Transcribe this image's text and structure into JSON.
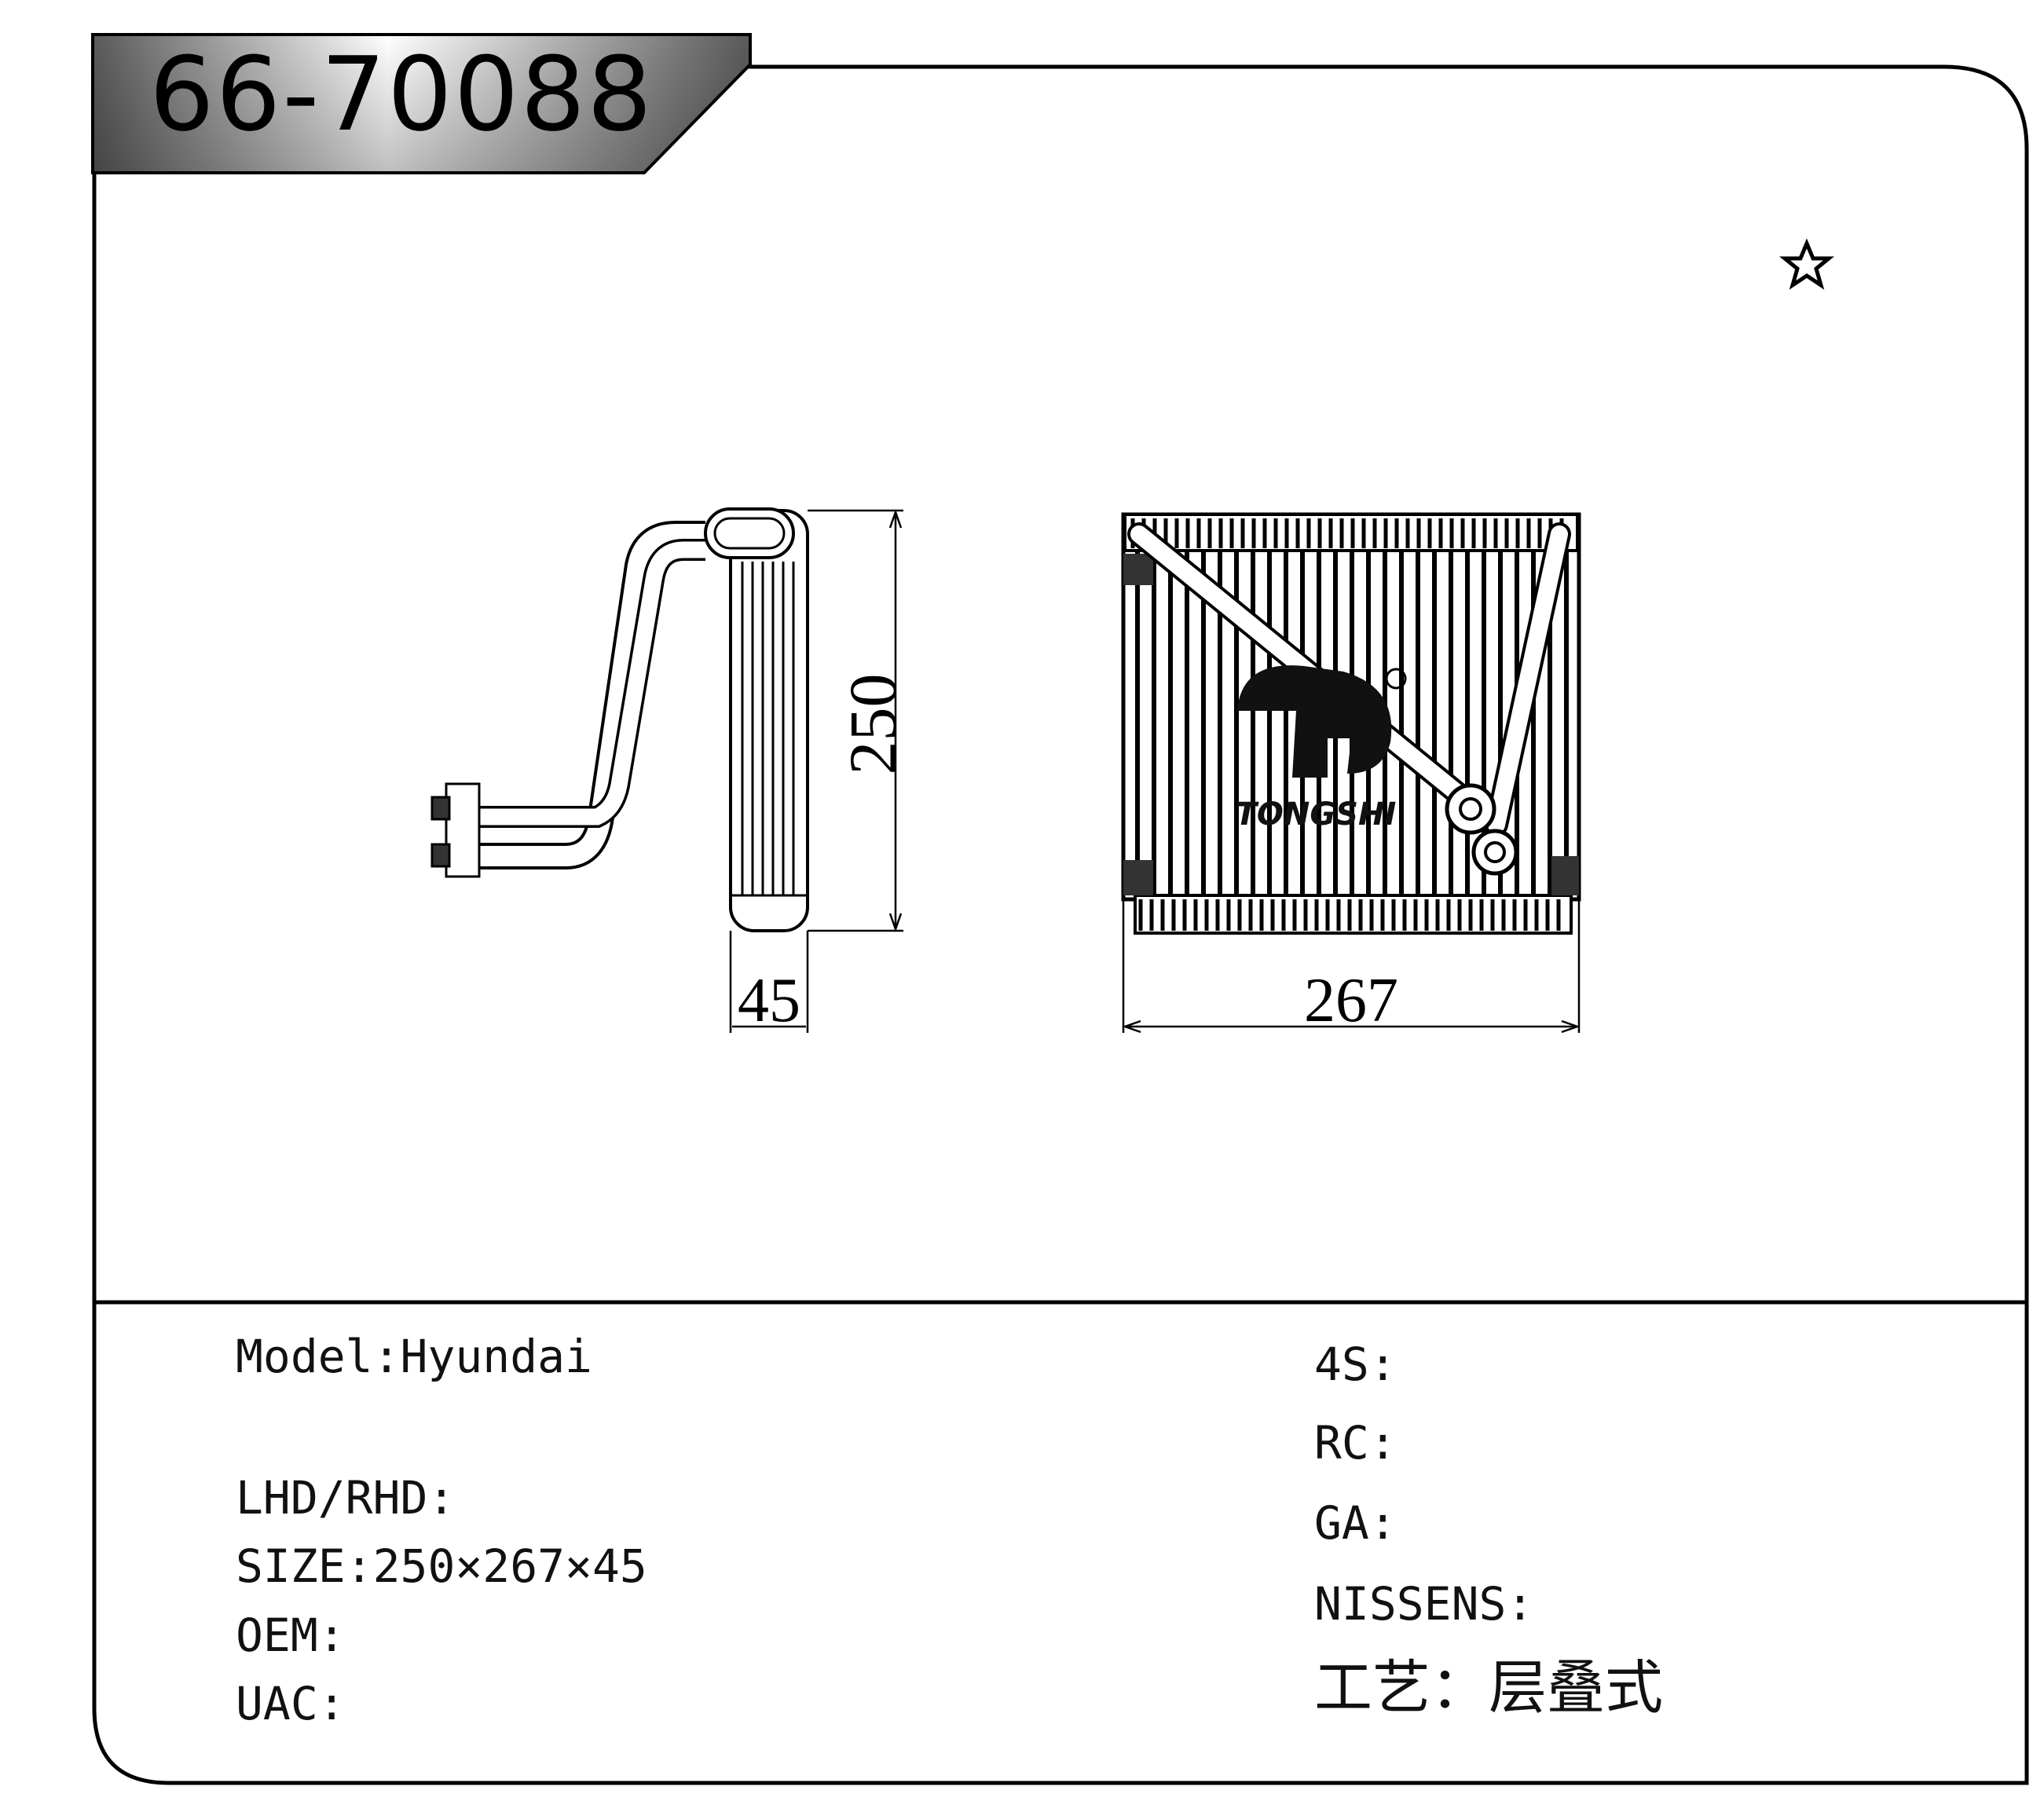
{
  "part_number": "66-70088",
  "favorite_icon": "star-outline-icon",
  "dimensions": {
    "height": "250",
    "width": "267",
    "depth": "45"
  },
  "brand_logo_text": "TONGSHI",
  "specs_left": [
    {
      "label": "Model",
      "sep": ":",
      "value": "Hyundai"
    },
    {
      "label": "LHD/RHD",
      "sep": ":",
      "value": ""
    },
    {
      "label": "SIZE",
      "sep": ":",
      "value": "250×267×45"
    },
    {
      "label": "OEM",
      "sep": ":",
      "value": ""
    },
    {
      "label": "UAC",
      "sep": ":",
      "value": ""
    }
  ],
  "specs_right": [
    {
      "label": "4S",
      "sep": ":",
      "value": ""
    },
    {
      "label": "RC",
      "sep": ":",
      "value": ""
    },
    {
      "label": "GA",
      "sep": ":",
      "value": ""
    },
    {
      "label": "NISSENS",
      "sep": ":",
      "value": ""
    },
    {
      "label": "工艺",
      "sep": "：",
      "value": "层叠式"
    }
  ]
}
